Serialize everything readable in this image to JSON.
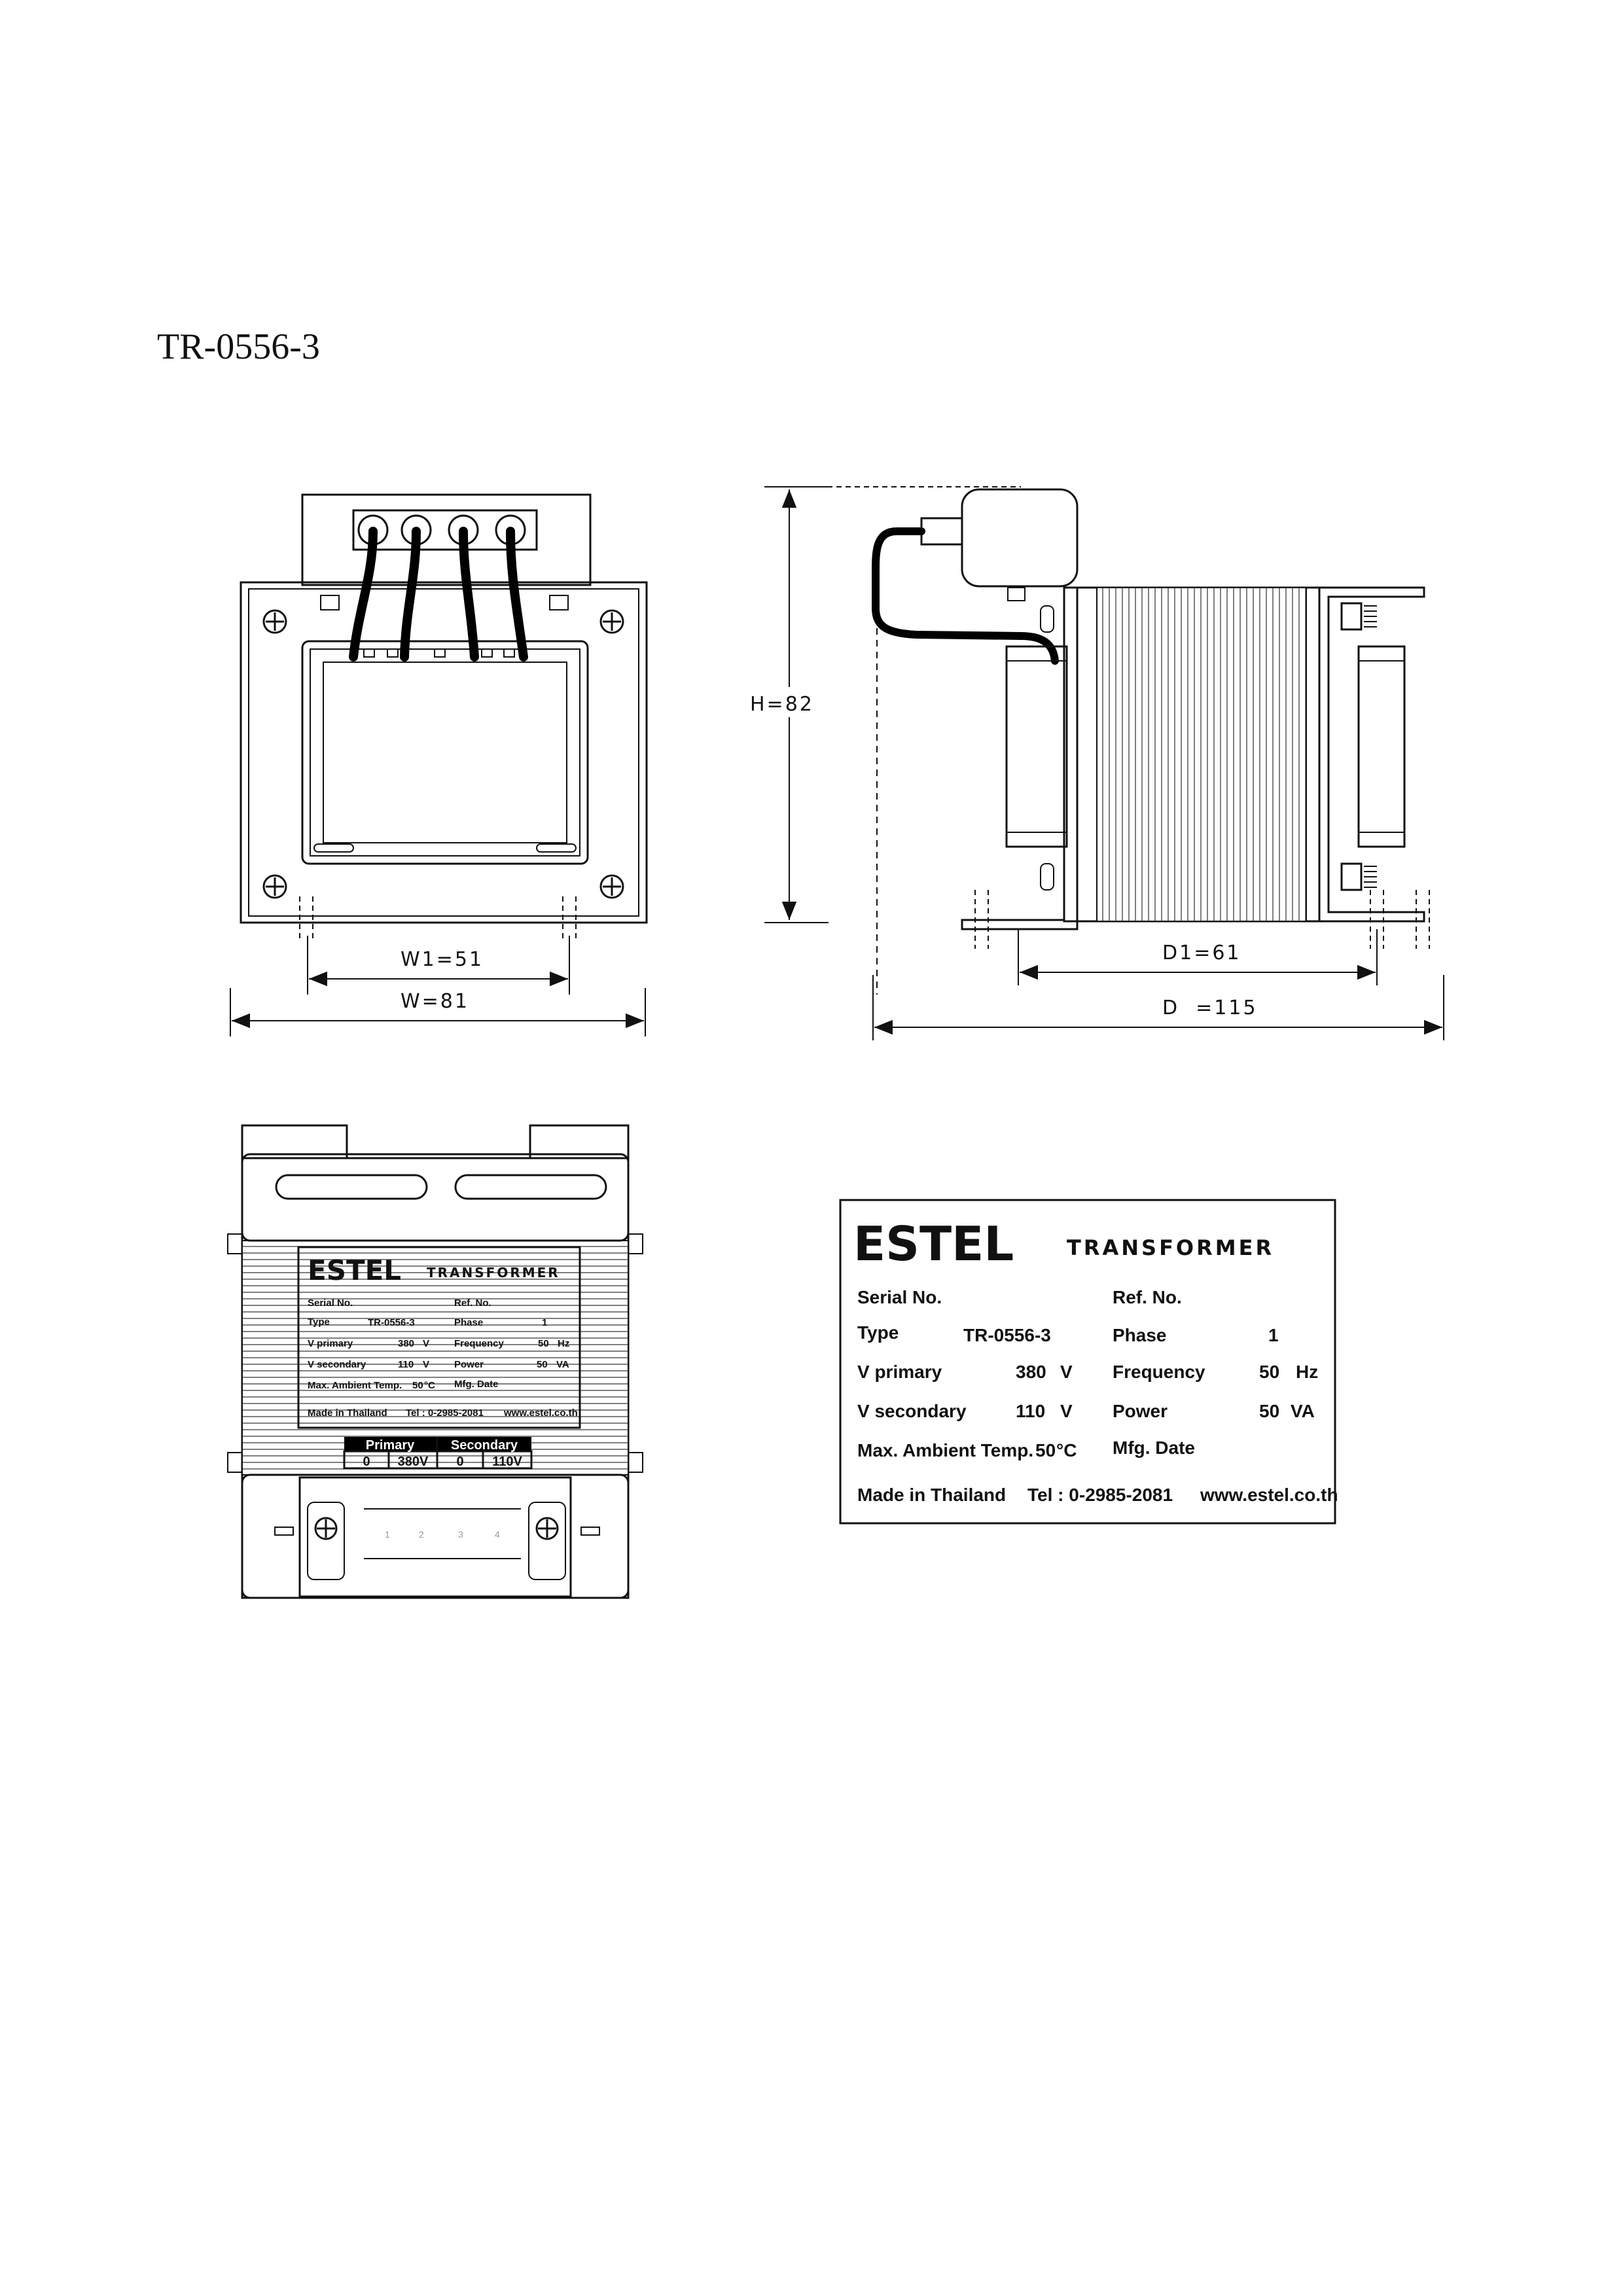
{
  "document_title": "TR-0556-3",
  "dimensions": {
    "w1": "W1=51",
    "w": "W=81",
    "h": "H=82",
    "d1": "D1=61",
    "d": "D  =115"
  },
  "nameplate": {
    "brand": "ESTEL",
    "product": "TRANSFORMER",
    "serial_label": "Serial No.",
    "ref_label": "Ref. No.",
    "type_label": "Type",
    "type_value": "TR-0556-3",
    "phase_label": "Phase",
    "phase_value": "1",
    "vprimary_label": "V primary",
    "vprimary_value": "380",
    "vprimary_unit": "V",
    "frequency_label": "Frequency",
    "frequency_value": "50",
    "frequency_unit": "Hz",
    "vsecondary_label": "V secondary",
    "vsecondary_value": "110",
    "vsecondary_unit": "V",
    "power_label": "Power",
    "power_value": "50",
    "power_unit": "VA",
    "ambient_label": "Max. Ambient Temp.",
    "ambient_value": "50",
    "ambient_unit": "°C",
    "mfg_label": "Mfg. Date",
    "made_in": "Made in Thailand",
    "tel": "Tel : 0-2985-2081",
    "website": "www.estel.co.th"
  },
  "wiring_table": {
    "primary_header": "Primary",
    "secondary_header": "Secondary",
    "primary_values": [
      "0",
      "380V"
    ],
    "secondary_values": [
      "0",
      "110V"
    ]
  },
  "terminal_numbers": [
    "1",
    "2",
    "3",
    "4"
  ]
}
